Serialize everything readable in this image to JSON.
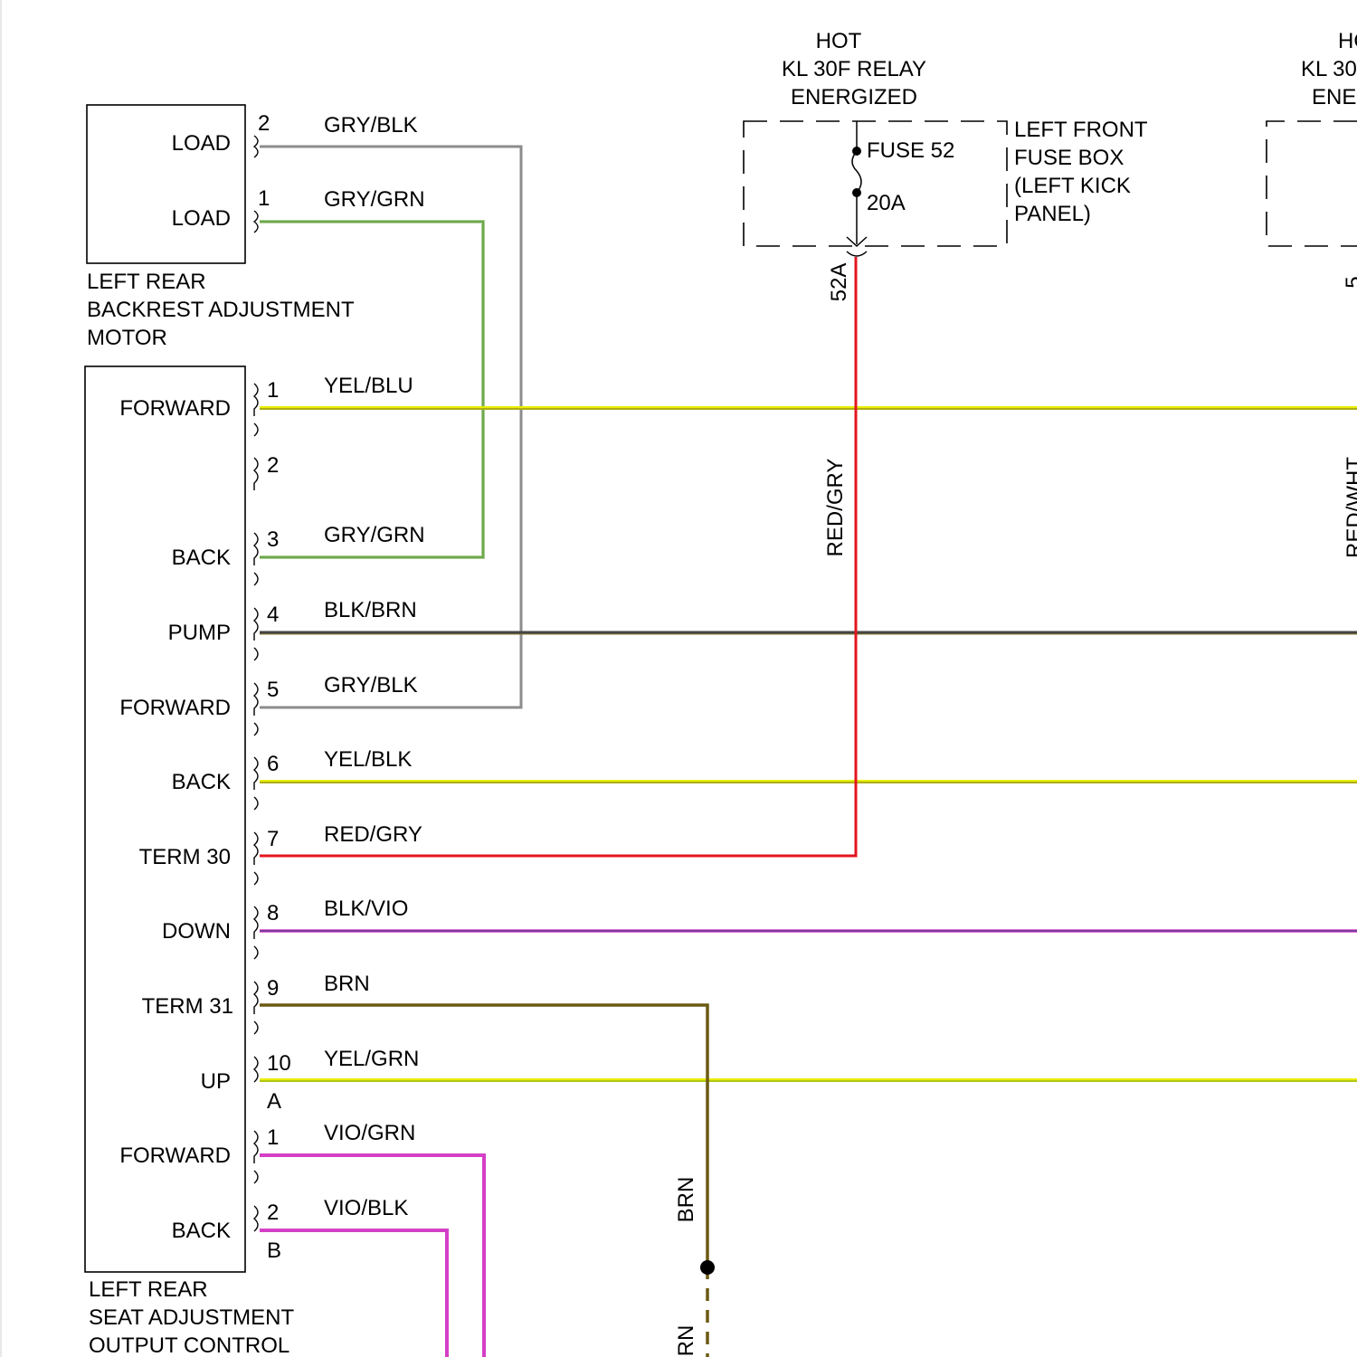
{
  "backrest_motor": {
    "label_lines": [
      "LEFT REAR",
      "BACKREST ADJUSTMENT",
      "MOTOR"
    ],
    "pins": [
      {
        "num": "2",
        "function": "LOAD",
        "wire": "GRY/BLK"
      },
      {
        "num": "1",
        "function": "LOAD",
        "wire": "GRY/GRN"
      }
    ]
  },
  "seat_module": {
    "label_lines": [
      "LEFT REAR",
      "SEAT ADJUSTMENT",
      "OUTPUT CONTROL"
    ],
    "connector_a": "A",
    "connector_b": "B",
    "pins_a": [
      {
        "num": "1",
        "function": "FORWARD",
        "wire": "YEL/BLU"
      },
      {
        "num": "2",
        "function": "",
        "wire": ""
      },
      {
        "num": "3",
        "function": "BACK",
        "wire": "GRY/GRN"
      },
      {
        "num": "4",
        "function": "PUMP",
        "wire": "BLK/BRN"
      },
      {
        "num": "5",
        "function": "FORWARD",
        "wire": "GRY/BLK"
      },
      {
        "num": "6",
        "function": "BACK",
        "wire": "YEL/BLK"
      },
      {
        "num": "7",
        "function": "TERM 30",
        "wire": "RED/GRY"
      },
      {
        "num": "8",
        "function": "DOWN",
        "wire": "BLK/VIO"
      },
      {
        "num": "9",
        "function": "TERM 31",
        "wire": "BRN"
      },
      {
        "num": "10",
        "function": "UP",
        "wire": "YEL/GRN"
      }
    ],
    "pins_b": [
      {
        "num": "1",
        "function": "FORWARD",
        "wire": "VIO/GRN"
      },
      {
        "num": "2",
        "function": "BACK",
        "wire": "VIO/BLK"
      }
    ]
  },
  "power_feed": {
    "hot_lines": [
      "HOT",
      "KL 30F RELAY",
      "ENERGIZED"
    ],
    "fuse_name": "FUSE 52",
    "fuse_rating": "20A",
    "fuse_box_lines": [
      "LEFT FRONT",
      "FUSE BOX",
      "(LEFT KICK",
      "PANEL)"
    ],
    "terminal": "52A",
    "wire": "RED/GRY"
  },
  "right_feed_partial": {
    "hot_lines": [
      "HO",
      "KL 30",
      "ENE"
    ],
    "terminal": "5",
    "wire": "RED/WHT"
  },
  "ground": {
    "wire_upper": "BRN",
    "wire_lower": "RN"
  },
  "colors": {
    "gray": "#8c8c8c",
    "green": "#73b04a",
    "yellow": "#e9ee00",
    "yellow_trace": "#6e6e2a",
    "red": "#e4141c",
    "black_brown": "#454545",
    "black_violet": "#7a2a9a",
    "brown": "#6b5a12",
    "magenta": "#d43fc6"
  }
}
